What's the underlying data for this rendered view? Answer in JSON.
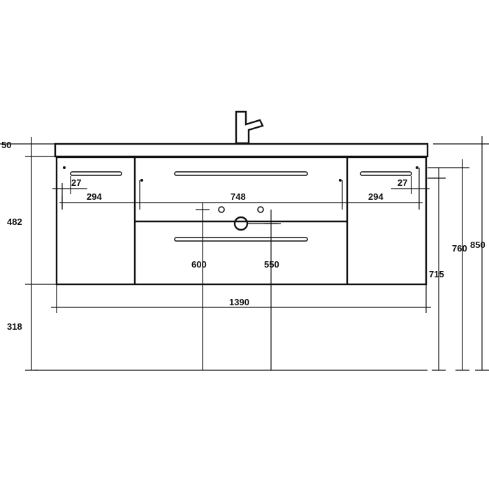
{
  "dimensions": {
    "top_thickness": "50",
    "cabinet_height": "482",
    "floor_clearance": "318",
    "handle_inset_left": "27",
    "handle_inset_right": "27",
    "side_width_left": "294",
    "center_width": "748",
    "side_width_right": "294",
    "drain_height": "600",
    "drawer_height": "550",
    "total_width": "1390",
    "height_715": "715",
    "height_760": "760",
    "height_850": "850"
  }
}
